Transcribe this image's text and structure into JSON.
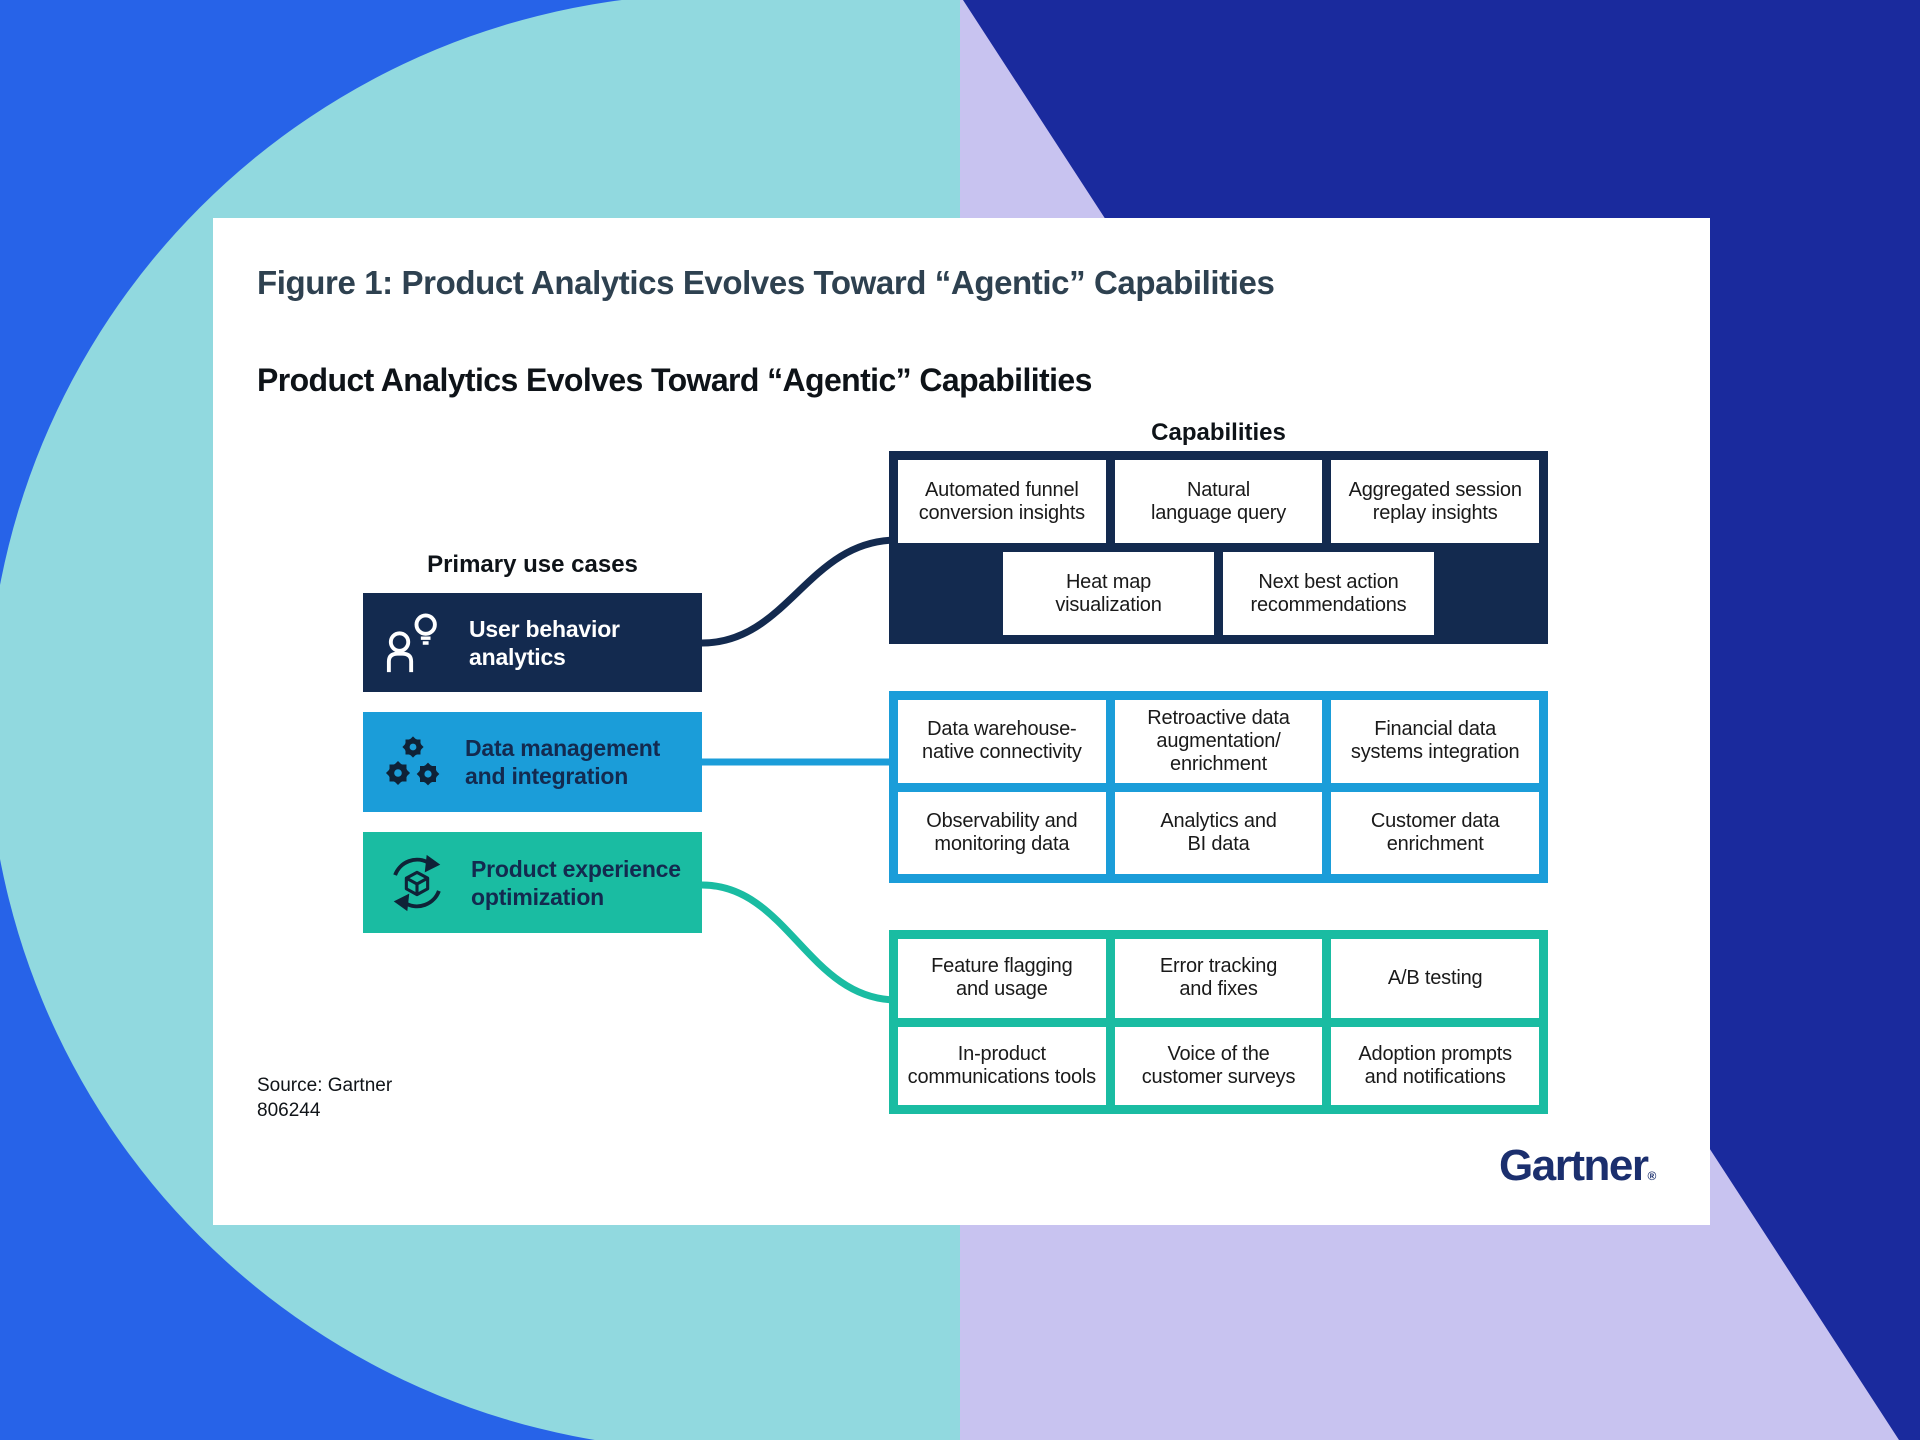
{
  "page": {
    "figure_title": "Figure 1: Product Analytics Evolves Toward “Agentic” Capabilities",
    "diagram_title": "Product Analytics Evolves Toward “Agentic” Capabilities"
  },
  "labels": {
    "capabilities": "Capabilities",
    "primary_use_cases": "Primary use cases"
  },
  "use_cases": [
    {
      "id": "user-behavior-analytics",
      "label": "User behavior\nanalytics",
      "icon": "person-idea-icon",
      "color": "#132A4F",
      "text_color": "#FFFFFF"
    },
    {
      "id": "data-management-integration",
      "label": "Data management\nand integration",
      "icon": "gears-icon",
      "color": "#1B9DD9",
      "text_color": "#132A4F"
    },
    {
      "id": "product-experience-optimization",
      "label": "Product experience\noptimization",
      "icon": "cycle-cube-icon",
      "color": "#1ABCA2",
      "text_color": "#132A4F"
    }
  ],
  "capability_groups": [
    {
      "id": "user-behavior-capabilities",
      "color": "#132A4F",
      "rows": [
        [
          "Automated funnel\nconversion insights",
          "Natural\nlanguage query",
          "Aggregated session\nreplay insights"
        ],
        [
          "Heat map\nvisualization",
          "Next best action\nrecommendations"
        ]
      ]
    },
    {
      "id": "data-management-capabilities",
      "color": "#1B9DD9",
      "rows": [
        [
          "Data warehouse-\nnative connectivity",
          "Retroactive data\naugmentation/\nenrichment",
          "Financial data\nsystems integration"
        ],
        [
          "Observability and\nmonitoring data",
          "Analytics and\nBI data",
          "Customer data\nenrichment"
        ]
      ]
    },
    {
      "id": "product-experience-capabilities",
      "color": "#1ABCA2",
      "rows": [
        [
          "Feature flagging\nand usage",
          "Error tracking\nand fixes",
          "A/B testing"
        ],
        [
          "In-product\ncommunications tools",
          "Voice of the\ncustomer surveys",
          "Adoption prompts\nand notifications"
        ]
      ]
    }
  ],
  "source": {
    "line1": "Source: Gartner",
    "line2": "806244"
  },
  "brand": {
    "logo_text": "Gartner",
    "registered_mark": "®"
  },
  "colors": {
    "background_left_blue": "#2763E8",
    "background_circle_teal": "#91D9DF",
    "background_right_navy": "#1A2A9D",
    "background_lavender": "#C8C3F0",
    "card_white": "#FFFFFF",
    "navy": "#132A4F",
    "bright_blue": "#1B9DD9",
    "teal_green": "#1ABCA2",
    "figure_title_color": "#2E4150",
    "logo_navy": "#1B2F6E"
  }
}
